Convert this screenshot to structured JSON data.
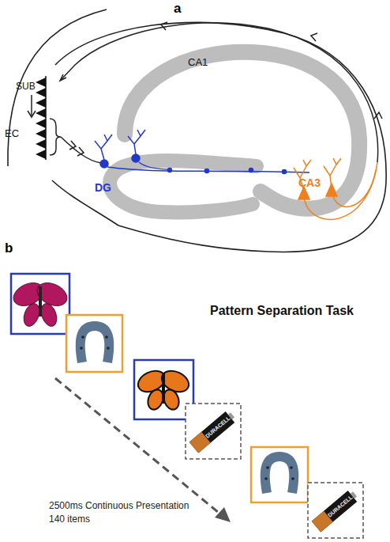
{
  "diagram": {
    "labels": [
      "a",
      "CA1",
      "EC",
      "SUB",
      "DG",
      "CA3",
      "b",
      "Pattern Separation Task",
      "DURACELL",
      "DURACELL",
      "2500ms Continuous Presentation",
      "140 items"
    ]
  }
}
